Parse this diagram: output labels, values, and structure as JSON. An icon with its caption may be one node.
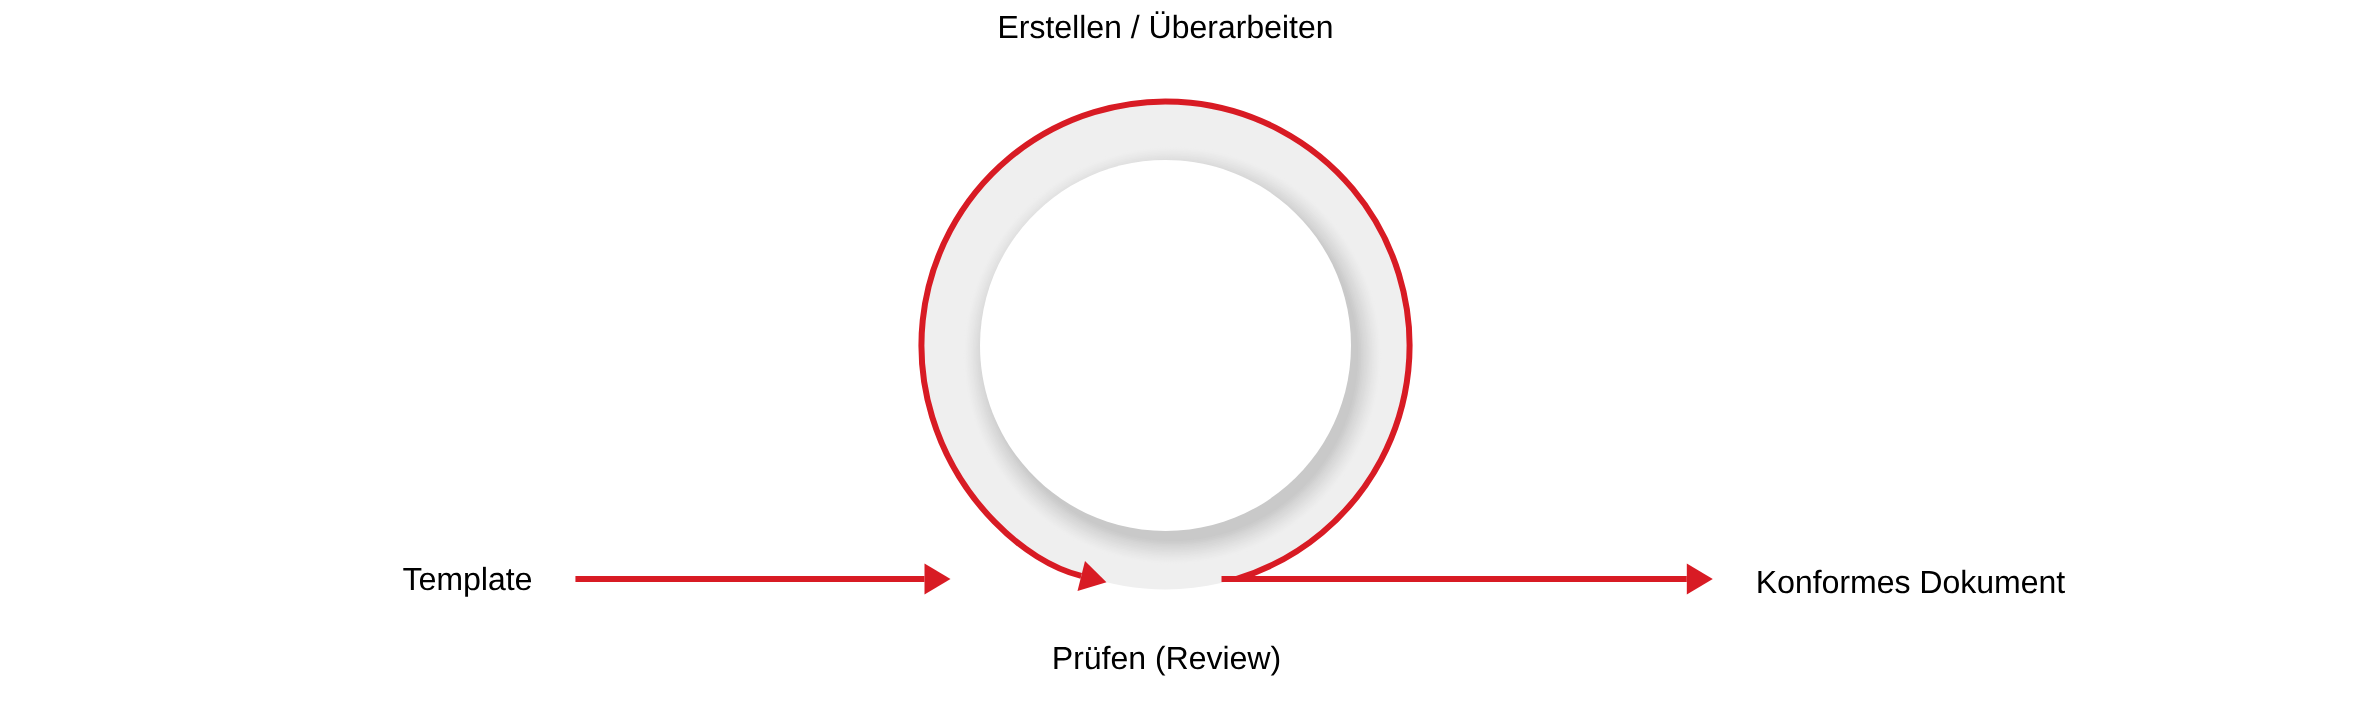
{
  "diagram": {
    "nodes": [
      {
        "text": [
          "Template"
        ]
      },
      {
        "text": [],
        "shape": "ring",
        "beside": [
          "Erstellen / Überarbeiten",
          "Prüfen (Review)"
        ]
      },
      {
        "text": [
          "Konformes Dokument"
        ]
      }
    ],
    "edges": [
      {
        "from": 0,
        "to": 1,
        "arrow": "to"
      },
      {
        "from": 1,
        "to": 2,
        "arrow": "to"
      },
      {
        "from": 1,
        "to": 1,
        "arrow": "to"
      }
    ]
  }
}
